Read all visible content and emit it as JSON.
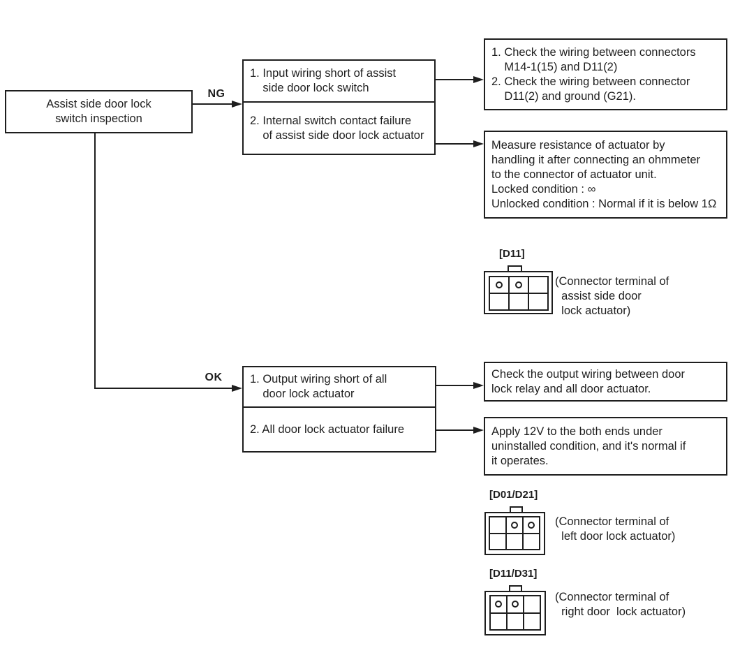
{
  "page": {
    "background": "#ffffff",
    "ink": "#1e1e1e"
  },
  "start_box": {
    "text": "Assist side door lock\nswitch inspection"
  },
  "ng_branch": {
    "label": "NG",
    "causes": {
      "item1": "1. Input wiring short of assist\n    side door lock switch",
      "item2": "2. Internal switch contact failure\n    of assist side door lock actuator"
    },
    "action_wiring_check": "1. Check the wiring between connectors\n    M14-1(15) and D11(2)\n2. Check the wiring between connector\n    D11(2) and ground (G21).",
    "action_resistance": "Measure resistance of actuator by\nhandling it after connecting an ohmmeter\nto the connector of actuator unit.\nLocked condition : ∞\nUnlocked condition : Normal if it is below 1Ω"
  },
  "ok_branch": {
    "label": "OK",
    "causes": {
      "item1": "1. Output wiring short of all\n    door lock actuator",
      "item2": "2. All door lock actuator failure"
    },
    "action_output_wiring": "Check the output wiring between door\nlock relay and all door actuator.",
    "action_apply_12v": "Apply 12V to the both ends under\nuninstalled condition, and it's normal if\nit operates."
  },
  "connectors": [
    {
      "id": "[D11]",
      "caption": "(Connector terminal of\n  assist side door\n  lock actuator)",
      "pins": "top row: positions 1, 2"
    },
    {
      "id": "[D01/D21]",
      "caption": "(Connector terminal of\n  left door lock actuator)",
      "pins": "top row: positions 2, 3"
    },
    {
      "id": "[D11/D31]",
      "caption": "(Connector terminal of\n  right door  lock actuator)",
      "pins": "top row: positions 1, 2"
    }
  ]
}
